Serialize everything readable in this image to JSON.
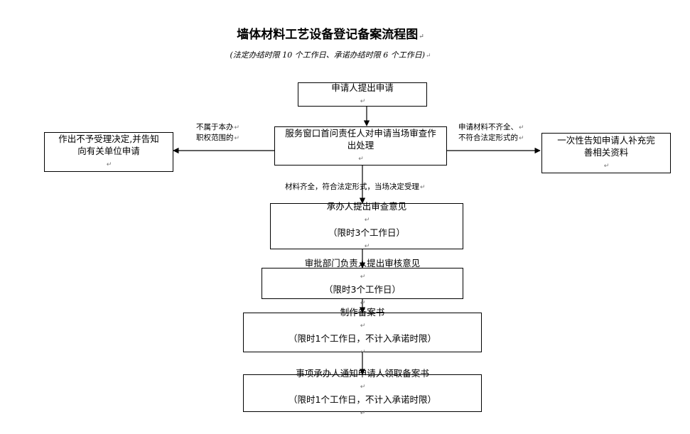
{
  "title": "墙体材料工艺设备登记备案流程图",
  "subtitle": "(法定办结时限 10 个工作日、承诺办结时限 6 个工作日)",
  "mark": "↵",
  "nodes": {
    "apply": {
      "lines": [
        "申请人提出申请"
      ]
    },
    "window": {
      "lines": [
        "服务窗口首问责任人对申请当场审查作",
        "出处理"
      ]
    },
    "reject": {
      "lines": [
        "作出不予受理决定,并告知",
        "向有关单位申请"
      ]
    },
    "supplement": {
      "lines": [
        "一次性告知申请人补充完",
        "善相关资料"
      ]
    },
    "handler_review": {
      "lines": [
        "承办人提出审查意见",
        "（限时3个工作日）"
      ]
    },
    "dept_review": {
      "lines": [
        "审批部门负责人提出审核意见",
        "（限时3个工作日）"
      ]
    },
    "make_cert": {
      "lines": [
        "制作备案书",
        "（限时1个工作日，不计入承诺时限）"
      ]
    },
    "notify": {
      "lines": [
        "事项承办人通知申请人领取备案书",
        "（限时1个工作日，不计入承诺时限）"
      ]
    }
  },
  "edge_labels": {
    "not_scope": [
      "不属于本办",
      "职权范围的"
    ],
    "incomplete": [
      "申请材料不齐全、",
      "不符合法定形式的"
    ],
    "accepted": "材料齐全，符合法定形式，当场决定受理"
  }
}
